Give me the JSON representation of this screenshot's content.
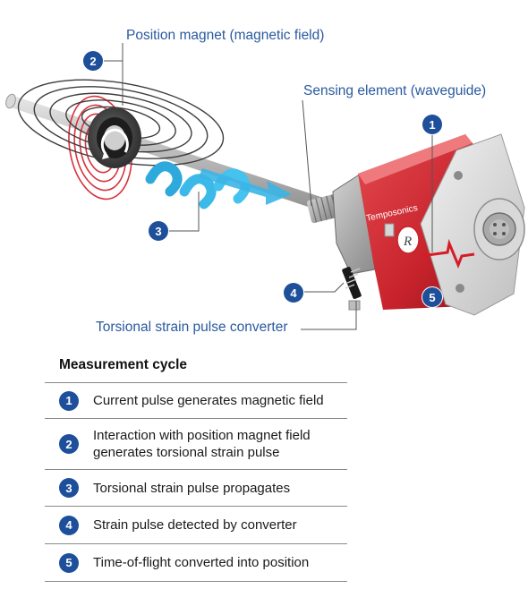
{
  "labels": {
    "position_magnet": "Position magnet (magnetic field)",
    "sensing_element": "Sensing element (waveguide)",
    "strain_converter": "Torsional strain pulse converter"
  },
  "badges": [
    "1",
    "2",
    "3",
    "4",
    "5"
  ],
  "cycle": {
    "title": "Measurement cycle",
    "items": [
      {
        "num": "1",
        "text": "Current pulse generates magnetic field"
      },
      {
        "num": "2",
        "text": "Interaction with position magnet field generates torsional strain pulse"
      },
      {
        "num": "3",
        "text": "Torsional strain pulse propagates"
      },
      {
        "num": "4",
        "text": "Strain pulse detected by converter"
      },
      {
        "num": "5",
        "text": "Time-of-flight converted into position"
      }
    ]
  },
  "colors": {
    "accent_blue": "#1d4f9a",
    "label_blue": "#2a5a9e",
    "sensor_red": "#c8232c",
    "field_gray": "#444444",
    "pulse_cyan": "#35b7e6"
  }
}
